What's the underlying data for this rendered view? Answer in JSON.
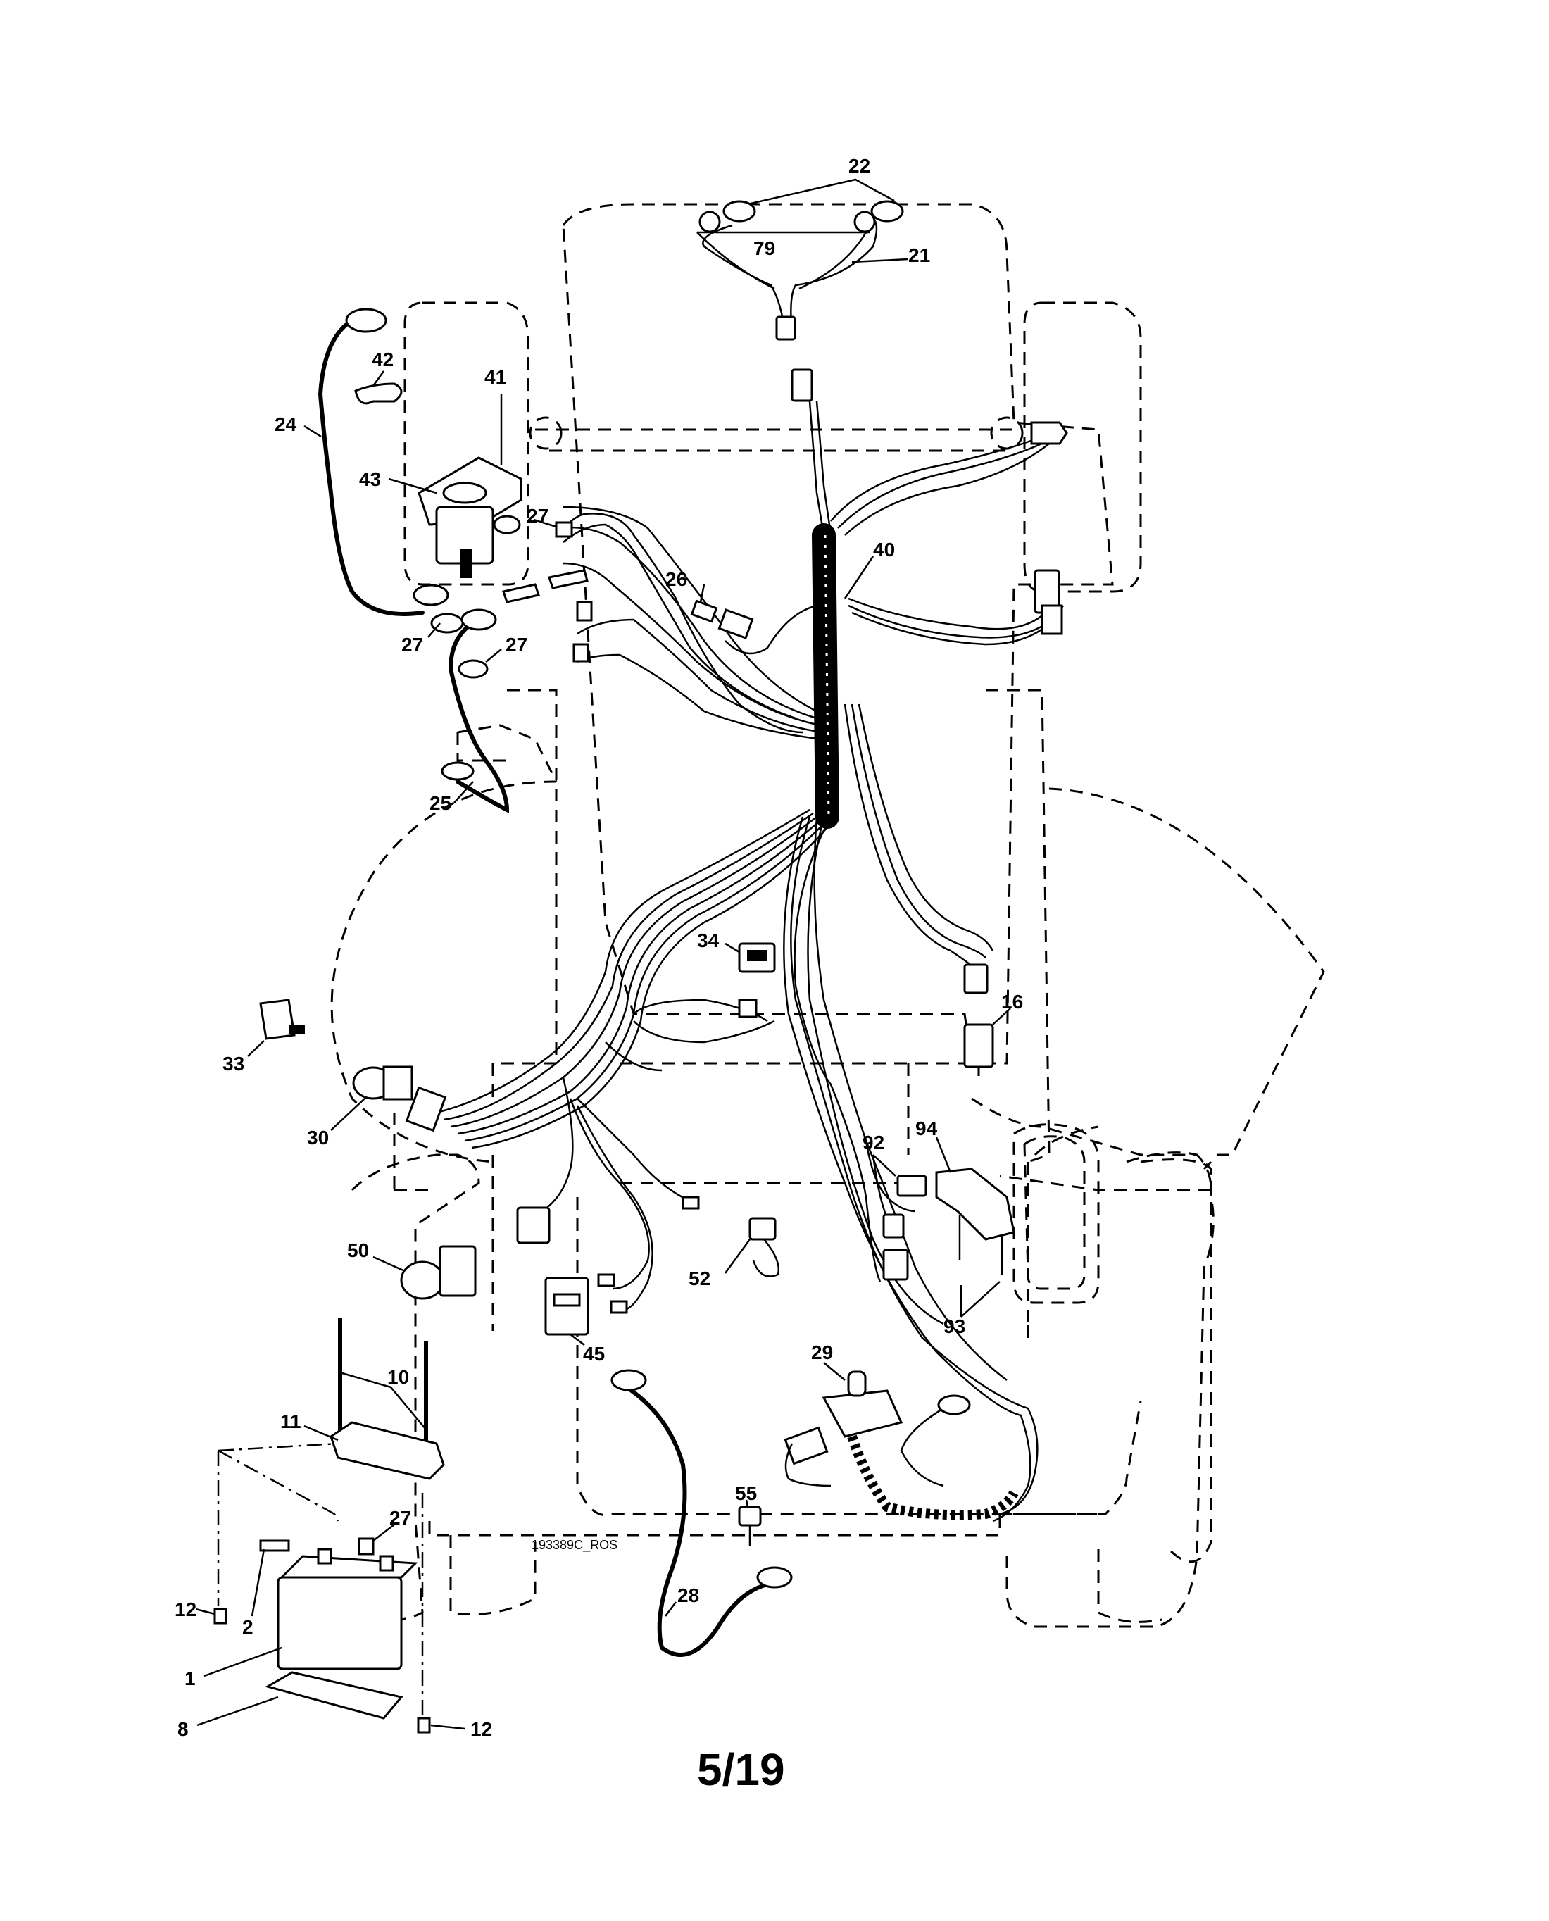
{
  "diagram": {
    "drawing_code": "193389C_ROS",
    "page_number": "5/19",
    "callouts": [
      "22",
      "79",
      "21",
      "42",
      "41",
      "24",
      "43",
      "27",
      "27",
      "27",
      "40",
      "26",
      "27",
      "25",
      "34",
      "16",
      "33",
      "30",
      "92",
      "94",
      "50",
      "52",
      "93",
      "45",
      "10",
      "11",
      "29",
      "27",
      "55",
      "28",
      "12",
      "2",
      "1",
      "8",
      "12"
    ]
  }
}
